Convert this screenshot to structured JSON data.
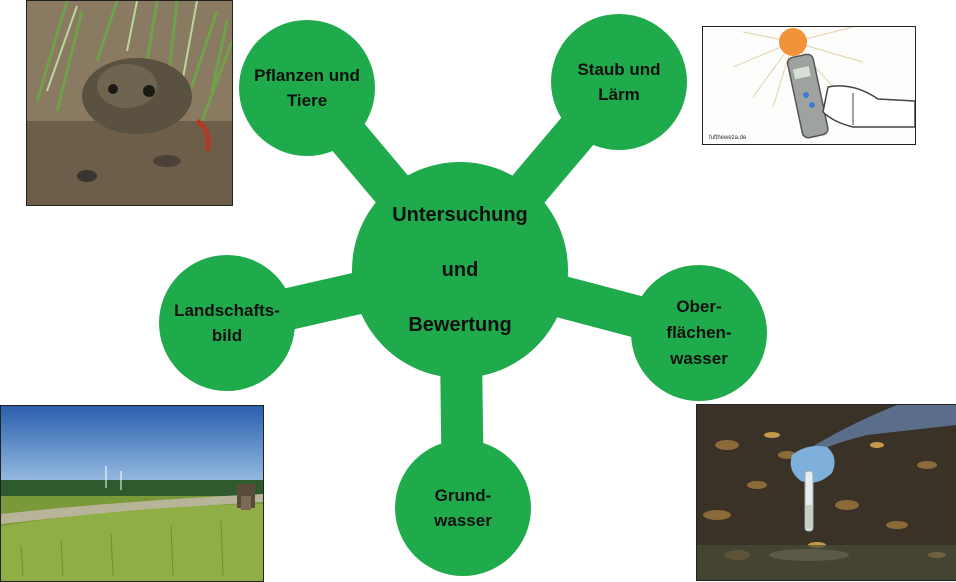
{
  "diagram": {
    "center": {
      "line1": "Untersuchung",
      "line2": "und",
      "line3": "Bewertung"
    },
    "nodes": {
      "pflanzen": {
        "line1": "Pflanzen und",
        "line2": "Tiere"
      },
      "staub": {
        "line1": "Staub und",
        "line2": "Lärm"
      },
      "landschaft": {
        "line1": "Landschafts-",
        "line2": "bild"
      },
      "oberflaechen": {
        "line1": "Ober-",
        "line2": "flächen-",
        "line3": "wasser"
      },
      "grund": {
        "line1": "Grund-",
        "line2": "wasser"
      }
    },
    "colors": {
      "node_fill": "#1faa4b",
      "text": "#111111"
    }
  },
  "images": {
    "toad": "toad-photo",
    "meter": "sound-meter-illustration",
    "landscape": "landscape-photo",
    "water_sample": "water-sample-photo",
    "meter_caption": "fuftheweza.de"
  }
}
